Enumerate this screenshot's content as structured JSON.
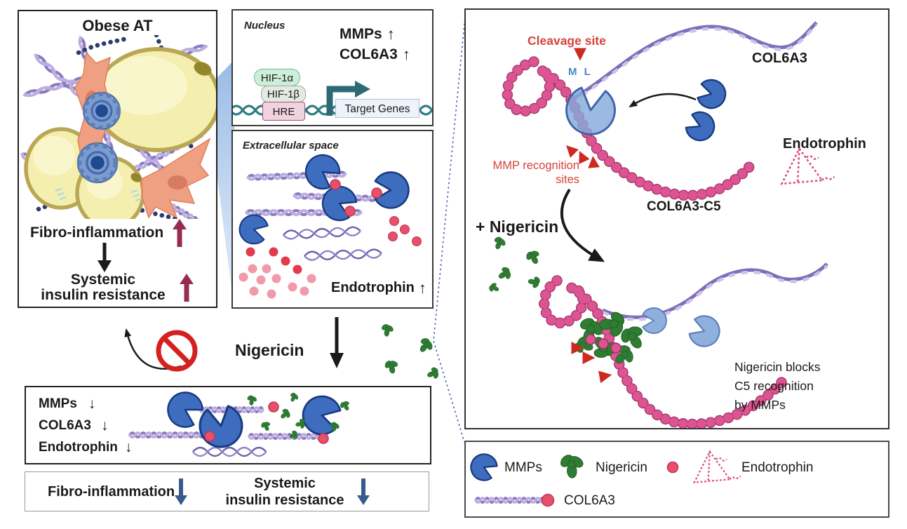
{
  "icons": {
    "up": "↑",
    "down": "↓"
  },
  "colors": {
    "mmp_blue": "#3e6cbf",
    "mmp_light_blue": "#8fb0dc",
    "bead_pink": "#da5290",
    "endotrophin_red": "#e7506a",
    "nigericin_green": "#2f7d33",
    "red_label": "#d5443c",
    "maroon_arrow": "#982c50",
    "navy_arrow": "#3a5a8e",
    "dna_teal": "#2e7d85",
    "collagen_purple": "#8a7bc0"
  },
  "obese_panel": {
    "title": "Obese AT",
    "fibro_label": "Fibro-inflammation",
    "systemic_line1": "Systemic",
    "systemic_line2": "insulin resistance"
  },
  "nucleus_panel": {
    "label": "Nucleus",
    "mmps_label": "MMPs",
    "col6a3_label": "COL6A3",
    "hif1a": "HIF-1α",
    "hif1b": "HIF-1β",
    "hre": "HRE",
    "target_genes": "Target Genes"
  },
  "ecm_panel": {
    "label": "Extracellular space",
    "endotrophin_label": "Endotrophin"
  },
  "middle": {
    "nigericin_label": "Nigericin"
  },
  "downregulation_panel": {
    "mmps": "MMPs",
    "col6a3": "COL6A3",
    "endotrophin": "Endotrophin"
  },
  "outcome_panel": {
    "fibro_label": "Fibro-inflammation",
    "systemic_line1": "Systemic",
    "systemic_line2": "insulin resistance"
  },
  "right_panel": {
    "cleavage_site": "Cleavage site",
    "ml_label": "M L",
    "col6a3_label": "COL6A3",
    "mmp_recognition_line1": "MMP recognition",
    "mmp_recognition_line2": "sites",
    "col6a3_c5_label": "COL6A3-C5",
    "endotrophin_label": "Endotrophin",
    "nigericin_label": "+ Nigericin",
    "caption_line1": "Nigericin blocks",
    "caption_line2": "C5 recognition",
    "caption_line3": "by MMPs"
  },
  "legend": {
    "mmps": "MMPs",
    "nigericin": "Nigericin",
    "endotrophin": "Endotrophin",
    "col6a3": "COL6A3"
  }
}
